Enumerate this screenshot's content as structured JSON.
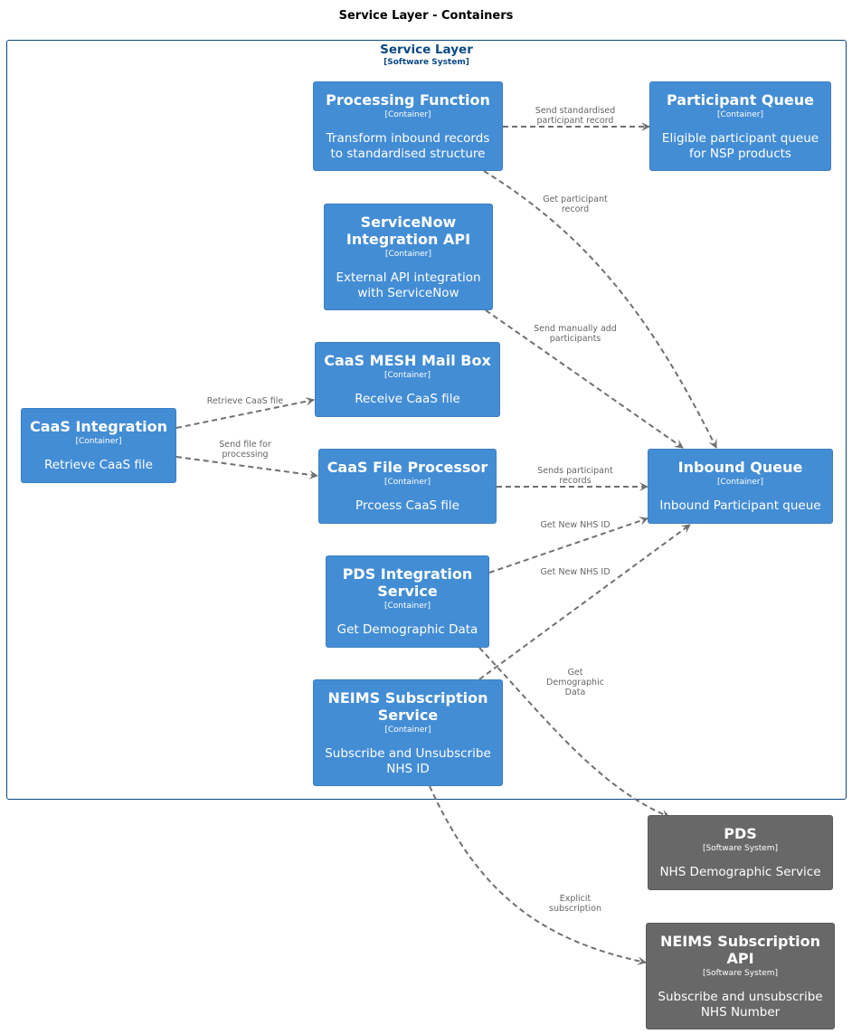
{
  "title": "Service Layer - Containers",
  "boundary": {
    "name": "Service Layer",
    "type": "[Software System]"
  },
  "nodes": {
    "processing_function": {
      "name": "Processing Function",
      "type": "[Container]",
      "desc": "Transform inbound records to standardised structure"
    },
    "participant_queue": {
      "name": "Participant Queue",
      "type": "[Container]",
      "desc": "Eligible participant queue for NSP products"
    },
    "servicenow_api": {
      "name": "ServiceNow Integration API",
      "type": "[Container]",
      "desc": "External API integration with ServiceNow"
    },
    "caas_mesh": {
      "name": "CaaS MESH Mail Box",
      "type": "[Container]",
      "desc": "Receive CaaS file"
    },
    "caas_integration": {
      "name": "CaaS Integration",
      "type": "[Container]",
      "desc": "Retrieve CaaS file"
    },
    "caas_file_processor": {
      "name": "CaaS File Processor",
      "type": "[Container]",
      "desc": "Prcoess CaaS file"
    },
    "inbound_queue": {
      "name": "Inbound Queue",
      "type": "[Container]",
      "desc": "Inbound Participant queue"
    },
    "pds_integration": {
      "name": "PDS Integration Service",
      "type": "[Container]",
      "desc": "Get Demographic Data"
    },
    "neims_subscription_service": {
      "name": "NEIMS Subscription Service",
      "type": "[Container]",
      "desc": "Subscribe and Unsubscribe NHS ID"
    },
    "pds": {
      "name": "PDS",
      "type": "[Software System]",
      "desc": "NHS Demographic Service"
    },
    "neims_api": {
      "name": "NEIMS Subscription API",
      "type": "[Software System]",
      "desc": "Subscribe and unsubscribe NHS Number"
    }
  },
  "edges": {
    "pf_to_pq": "Send standardised participant record",
    "pf_to_iq": "Get participant record",
    "sn_to_iq": "Send manually add participants",
    "ci_to_mesh": "Retrieve CaaS file",
    "ci_to_fp": "Send file for processing",
    "fp_to_iq": "Sends participant records",
    "pds_to_iq": "Get New NHS ID",
    "neims_to_iq": "Get New NHS ID",
    "pdsint_to_pds": "Get Demographic Data",
    "neims_to_api": "Explicit subscription"
  },
  "colors": {
    "container": "#438dd5",
    "system": "#686868",
    "boundary": "#0b4884",
    "edge": "#707070"
  }
}
